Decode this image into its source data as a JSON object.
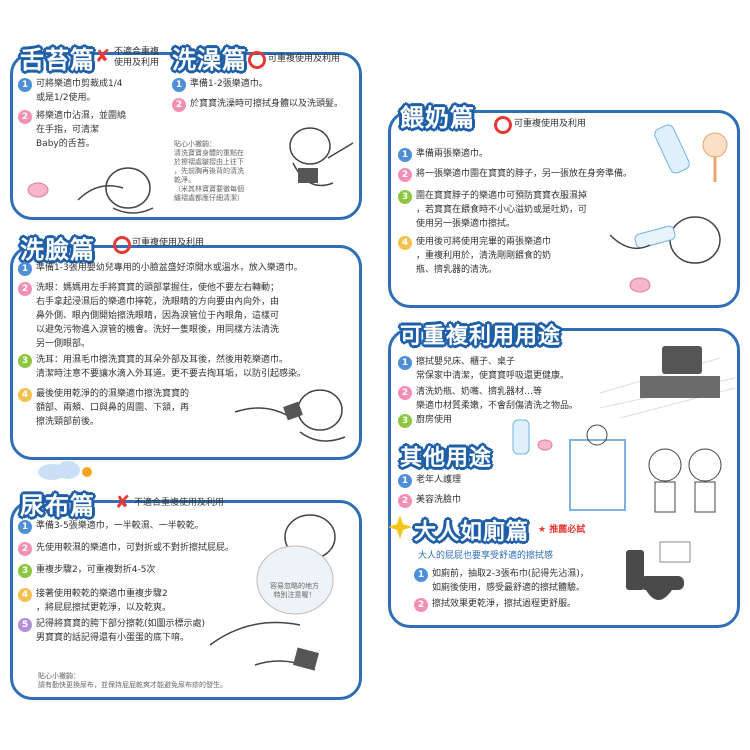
{
  "tongue": {
    "title": "舌苔篇",
    "tag": [
      "不適合重複",
      "使用及利用"
    ],
    "items": [
      {
        "n": "1",
        "lines": [
          "可將樂適巾剪裁成1/4",
          "或是1/2使用。"
        ]
      },
      {
        "n": "2",
        "lines": [
          "將樂適巾沾濕，並圍繞",
          "在手指，可清潔",
          "Baby的舌苔。"
        ]
      }
    ]
  },
  "bath": {
    "title": "洗澡篇",
    "tag": "可重複使用及利用",
    "items": [
      {
        "n": "1",
        "lines": [
          "準備1-2張樂適巾。"
        ]
      },
      {
        "n": "2",
        "lines": [
          "於寶寶洗澡時可擦拭身體以及洗頭髮。"
        ]
      }
    ],
    "note": [
      "貼心小撇齣：",
      "清洗寶寶身體的重點在",
      "於擦褶處皺摺由上往下",
      "，先前胸再後背的清洗",
      "乾淨。",
      "（米其林寶寶要徹每個",
      "纏褶處都應仔細清潔）"
    ]
  },
  "face": {
    "title": "洗臉篇",
    "tag": "可重複使用及利用",
    "items": [
      {
        "n": "1",
        "lines": [
          "準備1-3張用嬰幼兒專用的小臉盆盛好涼開水或溫水，放入樂適巾。"
        ]
      },
      {
        "n": "2",
        "lines": [
          "洗眼：媽媽用左手將寶寶的頭部掌握住，使他不要左右轉動；",
          "右手拿起浸濕后的樂適巾擰乾，洗眼睛的方向要由內向外，由",
          "鼻外側、眼內側開始擦洗眼睛，因為淚管位于內眼角，這樣可",
          "以避免污物進入淚管的機會。洗好一隻眼後，用同樣方法清洗",
          "另一側眼部。"
        ]
      },
      {
        "n": "3",
        "lines": [
          "洗耳：用濕毛巾擦洗寶寶的耳朵外部及耳後，然後用乾樂適巾。",
          "清潔時注意不要讓水滴入外耳道。更不要去掏耳垢，以防引起感染。"
        ]
      },
      {
        "n": "4",
        "lines": [
          "最後使用乾淨的的濕樂適巾擦洗寶寶的",
          "額部、兩頰、口與鼻的周圍、下頷，再",
          "擦洗頸部前後。"
        ]
      }
    ]
  },
  "diaper": {
    "title": "尿布篇",
    "tag": "不適合重複使用及利用",
    "items": [
      {
        "n": "1",
        "lines": [
          "準備3-5張樂適巾，一半較濕、一半較乾。"
        ]
      },
      {
        "n": "2",
        "lines": [
          "先使用較濕的樂適巾，可對折或不對折擦拭屁屁。"
        ]
      },
      {
        "n": "3",
        "lines": [
          "重複步驟2，可重複對折4-5次"
        ]
      },
      {
        "n": "4",
        "lines": [
          "接著使用較乾的樂適巾重複步驟2",
          "，將屁屁擦拭更乾淨，以及乾爽。"
        ]
      },
      {
        "n": "5",
        "lines": [
          "記得將寶寶的胯下部分擦乾(如圖示標示處)",
          "男寶寶的話記得還有小蛋蛋的底下唷。"
        ]
      }
    ],
    "bubble": [
      "容易忽略的地方",
      "特別注意喔！"
    ],
    "note": [
      "貼心小撇齣：",
      "請有勤快更換尿布，並保持屁屁乾爽才能避免尿布疹的發生。"
    ]
  },
  "feed": {
    "title": "餵奶篇",
    "tag": "可重複使用及利用",
    "items": [
      {
        "n": "1",
        "lines": [
          "準備兩張樂適巾。"
        ]
      },
      {
        "n": "2",
        "lines": [
          "將一張樂適巾圍在寶寶的脖子，另一張放在身旁準備。"
        ]
      },
      {
        "n": "3",
        "lines": [
          "圍在寶寶脖子的樂適巾可預防寶寶衣服濕掉",
          "，若寶寶在餵食時不小心溢奶或是吐奶，可",
          "使用另一張樂適巾擦拭。"
        ]
      },
      {
        "n": "4",
        "lines": [
          "使用後可將使用完畢的兩張樂適巾",
          "，重複利用於，清洗剛剛餵食的奶",
          "瓶、擠乳器的清洗。"
        ]
      }
    ]
  },
  "reuse": {
    "title": "可重複利用用途",
    "items": [
      {
        "n": "1",
        "lines": [
          "擦拭嬰兒床、櫃子、桌子",
          "常保家中清潔，使寶寶呼吸還更健康。"
        ]
      },
      {
        "n": "2",
        "lines": [
          "清洗奶瓶、奶嘴、擠乳器材…等",
          "樂適巾材質柔嫩，不會刮傷清洗之物品。"
        ]
      },
      {
        "n": "3",
        "lines": [
          "廚房使用"
        ]
      }
    ]
  },
  "other": {
    "title": "其他用途",
    "items": [
      {
        "n": "1",
        "lines": [
          "老年人護理"
        ]
      },
      {
        "n": "2",
        "lines": [
          "美容洗臉巾"
        ]
      }
    ]
  },
  "adult": {
    "title": "大人如廁篇",
    "badge": "推薦必試",
    "subtitle": "大人的屁屁也要享受舒適的擦拭感",
    "items": [
      {
        "n": "1",
        "lines": [
          "如廁前，抽取2-3張布巾(記得先沾濕)，",
          "如廁後使用，感受最舒適的擦拭體驗。"
        ]
      },
      {
        "n": "2",
        "lines": [
          "擦拭效果更乾淨，擦拭過程更舒服。"
        ]
      }
    ]
  },
  "colors": {
    "frame": "#2f6fb6",
    "title_fill": "#ffffff",
    "mark_red": "#e53935"
  }
}
